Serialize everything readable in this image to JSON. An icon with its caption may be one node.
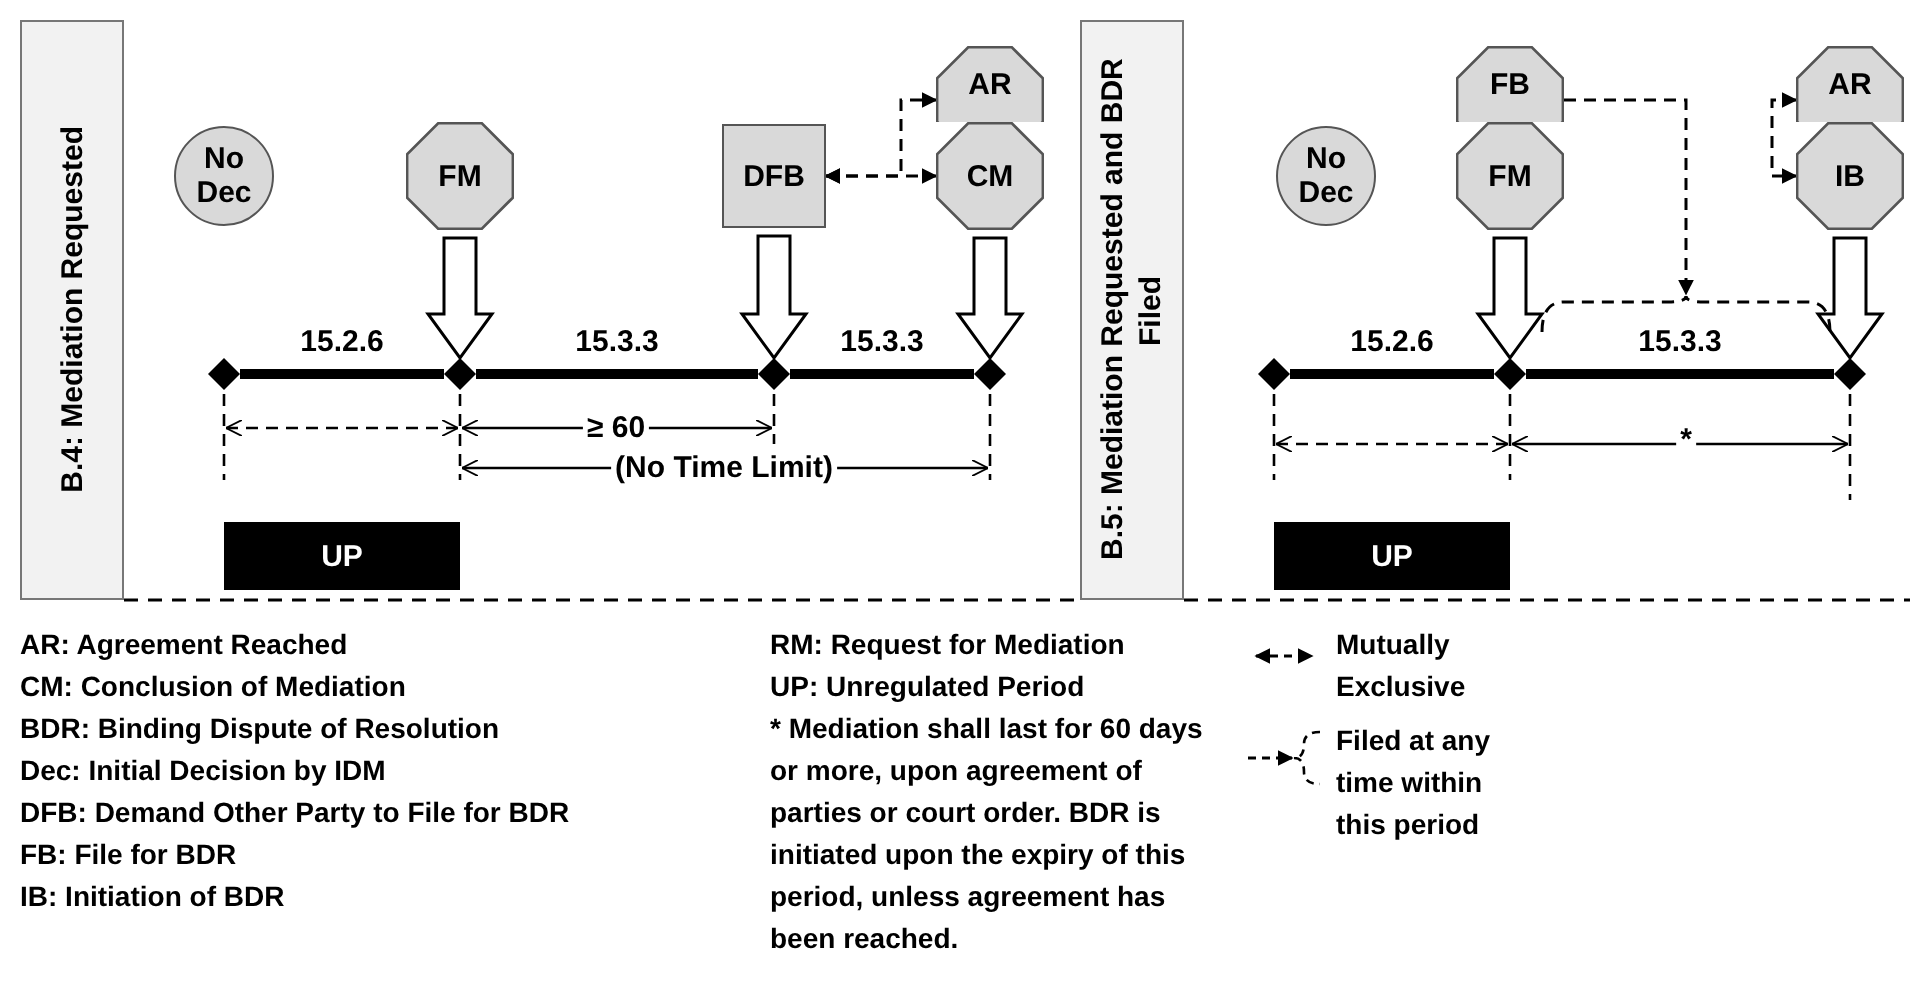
{
  "diagram": {
    "nodes": [
      {
        "text": [
          "B.4: Mediation Requested"
        ]
      },
      {
        "text": [
          "No Dec"
        ]
      },
      {
        "text": [
          "FM"
        ]
      },
      {
        "text": [
          "DFB"
        ]
      },
      {
        "text": [
          "AR"
        ]
      },
      {
        "text": [
          "CM"
        ]
      },
      {
        "text": [],
        "shape": "diamond"
      },
      {
        "text": [],
        "shape": "diamond"
      },
      {
        "text": [],
        "shape": "diamond"
      },
      {
        "text": [],
        "shape": "diamond"
      },
      {
        "text": [
          "UP"
        ]
      },
      {
        "text": [
          "B.5: Mediation Requested and BDR Filed"
        ]
      },
      {
        "text": [
          "No Dec"
        ]
      },
      {
        "text": [
          "FB"
        ]
      },
      {
        "text": [
          "FM"
        ]
      },
      {
        "text": [
          "AR"
        ]
      },
      {
        "text": [
          "IB"
        ]
      },
      {
        "text": [],
        "shape": "brace"
      },
      {
        "text": [],
        "shape": "diamond"
      },
      {
        "text": [],
        "shape": "diamond"
      },
      {
        "text": [],
        "shape": "diamond"
      },
      {
        "text": [
          "UP"
        ]
      }
    ],
    "edges": [
      {
        "from": 3,
        "to": 4,
        "arrow": "both",
        "style": "dashed"
      },
      {
        "from": 3,
        "to": 5,
        "arrow": "both",
        "style": "dashed"
      },
      {
        "from": 2,
        "to": 7,
        "arrow": "to"
      },
      {
        "from": 3,
        "to": 8,
        "arrow": "to"
      },
      {
        "from": 5,
        "to": 9,
        "arrow": "to"
      },
      {
        "from": 6,
        "to": 7,
        "arrow": "none",
        "label": "15.2.6"
      },
      {
        "from": 7,
        "to": 8,
        "arrow": "none",
        "label": "15.3.3"
      },
      {
        "from": 8,
        "to": 9,
        "arrow": "none",
        "label": "15.3.3"
      },
      {
        "from": 13,
        "to": 17,
        "arrow": "to",
        "style": "dashed"
      },
      {
        "from": 15,
        "to": 16,
        "arrow": "both",
        "style": "dashed"
      },
      {
        "from": 14,
        "to": 19,
        "arrow": "to"
      },
      {
        "from": 16,
        "to": 20,
        "arrow": "to"
      },
      {
        "from": 18,
        "to": 19,
        "arrow": "none",
        "label": "15.2.6"
      },
      {
        "from": 19,
        "to": 20,
        "arrow": "none",
        "label": "15.3.3"
      }
    ],
    "labels": [
      "≥ 60",
      "(No Time Limit)",
      "*",
      "AR: Agreement Reached",
      "CM: Conclusion of Mediation",
      "BDR: Binding Dispute of Resolution",
      "Dec: Initial Decision by IDM",
      "DFB: Demand Other Party to File for BDR",
      "FB: File for BDR",
      "IB: Initiation of BDR",
      "RM: Request for Mediation",
      "UP: Unregulated Period",
      "* Mediation shall last for 60 days or more, upon agreement of parties or court order. BDR is initiated upon the expiry of this period, unless agreement has been reached."
    ],
    "legend": [
      {
        "text": "Mutually Exclusive"
      },
      {
        "text": "Filed at any time within this period"
      }
    ]
  }
}
